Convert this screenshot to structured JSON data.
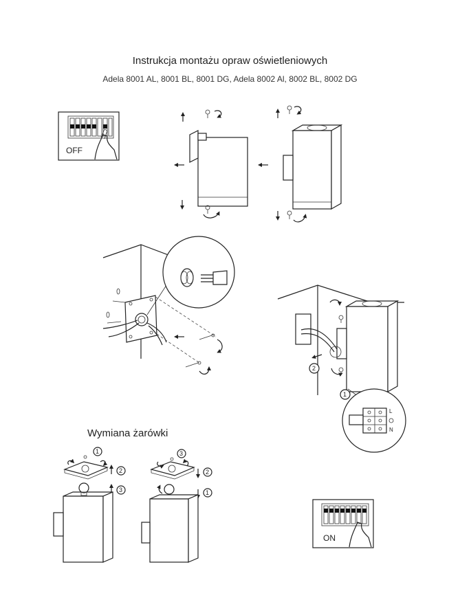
{
  "header": {
    "title": "Instrukcja montażu opraw oświetleniowych",
    "subtitle": "Adela 8001 AL, 8001 BL, 8001 DG, Adela 8002 Al, 8002 BL, 8002 DG"
  },
  "panels": {
    "off_label": "OFF",
    "on_label": "ON"
  },
  "bulb_section": {
    "title": "Wymiana żarówki"
  },
  "step_numbers": {
    "one": "1",
    "two": "2",
    "three": "3"
  },
  "terminal": {
    "live": "L",
    "neutral": "N"
  }
}
